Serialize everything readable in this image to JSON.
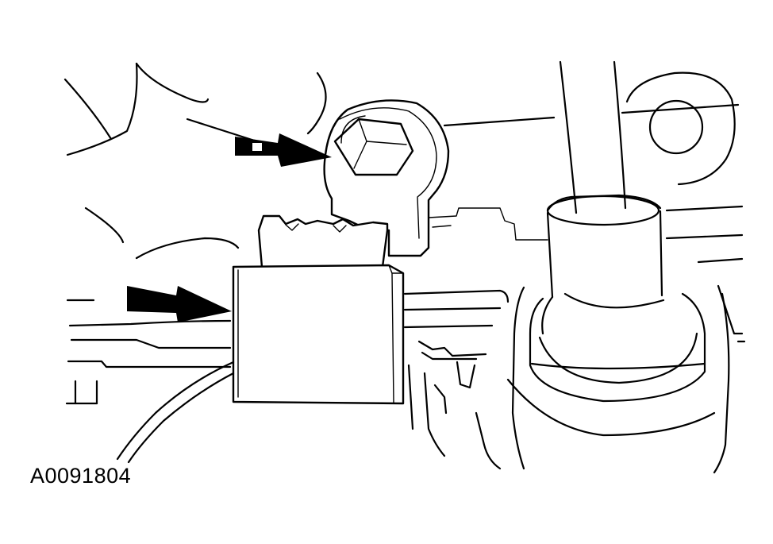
{
  "figure": {
    "id": "A0091804"
  },
  "callouts": [
    {
      "name": "arrow-to-bolt",
      "points_to": "bolt",
      "icon": "arrow-right-icon"
    },
    {
      "name": "arrow-to-connector",
      "points_to": "electrical-connector",
      "icon": "arrow-right-icon"
    }
  ],
  "colors": {
    "line": "#000000",
    "background": "#ffffff"
  }
}
